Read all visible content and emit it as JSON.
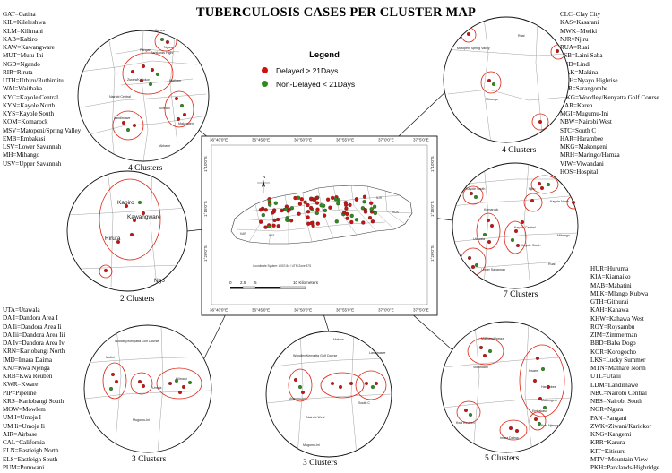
{
  "title": "TUBERCULOSIS CASES PER CLUSTER MAP",
  "legend": {
    "title": "Legend",
    "delayed": {
      "label": "Delayed ≥ 21Days",
      "color": "#cc1111"
    },
    "non_delayed": {
      "label": "Non-Delayed < 21Days",
      "color": "#2e8b1e"
    }
  },
  "abbrev_top_left": [
    "GAT=Gatina",
    "KIL=Kileleshwa",
    "KLM=Kilimani",
    "KAB=Kabiro",
    "KAW=Kawangware",
    "MUT=Mutu-Ini",
    "NGD=Ngando",
    "RIR=Riruta",
    "UTH=Uthiru/Ruthimitu",
    "WAI=Waithaka",
    "KYC=Kayole Central",
    "KYN=Kayole North",
    "KYS=Kayole South",
    "KOM=Komarock",
    "MSV=Matopeni/Spring Valley",
    "EMB=Embakasi",
    "LSV=Lower Savannah",
    "MH=Mihango",
    "USV=Upper Savannah"
  ],
  "abbrev_top_right": [
    "CLC=Clay City",
    "KAS=Kasarani",
    "MWK=Mwiki",
    "NJR=Njiru",
    "RUA=Ruai",
    "LSB=Laini Saba",
    "LND=Lindi",
    "MAK=Makina",
    "NYH=Nyayo Highrise",
    "SAR=Sarangombe",
    "WKG=Woodley/Kenyatta Golf Course",
    "KAR=Karen",
    "MGI=Mugumu-Ini",
    "NBW=Nairobi West",
    "STC=South C",
    "HAR=Harambee",
    "MKG=Makongeni",
    "MRH=Maringo/Hamza",
    "VIW=Viwandani",
    "HOS=Hospital"
  ],
  "abbrev_bottom_left": [
    "UTA=Utawala",
    "DA I=Dandora Area I",
    "DA Ii=Dandora Area Ii",
    "DA Iii=Dandora Area Iii",
    "DA Iv=Dandora Area Iv",
    "KRN=Kariobangi North",
    "IMD=Imara Daima",
    "KNJ=Kwa Njenga",
    "KRB=Kwa Reuben",
    "KWR=Kware",
    "PIP=Pipeline",
    "KRS=Kariobangi South",
    "MOW=Mowlem",
    "UM I=Umoja I",
    "UM Ii=Umoja Ii",
    "AIR=Airbase",
    "CAL=California",
    "ELN=Eastleigh North",
    "ELS=Eastleigh South",
    "PUM=Pumwani"
  ],
  "abbrev_bottom_right": [
    "HUR=Huruma",
    "KIA=Kiamaiko",
    "MAB=Mabatini",
    "MLK=Mlango Kubwa",
    "GTH=Githurai",
    "KAH=Kahawa",
    "KHW=Kahawa West",
    "ROY=Roysambu",
    "ZIM=Zimmerman",
    "BBD=Baba Dogo",
    "KOR=Korogocho",
    "LKS=Lucky Summer",
    "MTN=Mathare North",
    "UTL=Utalii",
    "LDM=Landimawe",
    "NBC=Nairobi Central",
    "NBS=Nairobi South",
    "NGR=Ngara",
    "PAN=Pangani",
    "ZWK=Ziwani/Kariokor",
    "KNG=Kangemi",
    "KRR=Karura",
    "KIT=Kitisuru",
    "MTV=Mountain View",
    "PKH=Parklands/Highridge"
  ],
  "captions": {
    "tl": "4 Clusters",
    "tr": "4 Clusters",
    "ml": "2 Clusters",
    "mr": "7 Clusters",
    "bl": "3 Clusters",
    "bc": "3 Clusters",
    "br": "5 Clusters"
  },
  "map": {
    "ticks_x": [
      "36°40'0\"E",
      "36°45'0\"E",
      "36°50'0\"E",
      "36°55'0\"E",
      "37°0'0\"E",
      "37°5'0\"E"
    ],
    "ticks_y": [
      "1°10'0\"S",
      "1°15'0\"S",
      "1°20'0\"S"
    ],
    "north": "N",
    "coord_note": "Coordinate System: WGS 84 / UTM Zone 37S",
    "scale_labels": [
      "0",
      "2.5",
      "5",
      "10 Kilometers"
    ]
  },
  "circle_labels": {
    "tl": [
      "Karura",
      "Ngara",
      "Pangani",
      "Parklands Highr",
      "Nairobi Central",
      "Ziwani/Kariokor",
      "Kilimani",
      "Mathare",
      "Landimawe",
      "Makongeni",
      "Airbase"
    ],
    "tr": [
      "Ruai",
      "Matopeni Spring Valley",
      "Mihango"
    ],
    "ml": [
      "Kabiro",
      "Kawangware",
      "Riruta",
      "Ngo"
    ],
    "mr": [
      "Njiru",
      "Kayole South",
      "Komarock",
      "Kayole North",
      "Utawala",
      "Kayole Central",
      "Kayole South",
      "Mihango",
      "Upper Savannah",
      "Ruai"
    ],
    "bl": [
      "Woodley/Kenyatta Golf Course",
      "Mutini",
      "Umoja",
      "Kilimani",
      "Mugumu-Ini"
    ],
    "bc": [
      "Woodley Kenyatta Golf Course",
      "Makina",
      "Landimawe",
      "Mugumu-Ini",
      "Nairobi West",
      "South C",
      "Mugumu-Ini"
    ],
    "br": [
      "Mathare/Hamza",
      "Viwandani",
      "Harambee",
      "Makongeni",
      "Kwa Reuben",
      "Imara Daima",
      "Embakasi",
      "Kware",
      "Kwa Njenga"
    ]
  }
}
